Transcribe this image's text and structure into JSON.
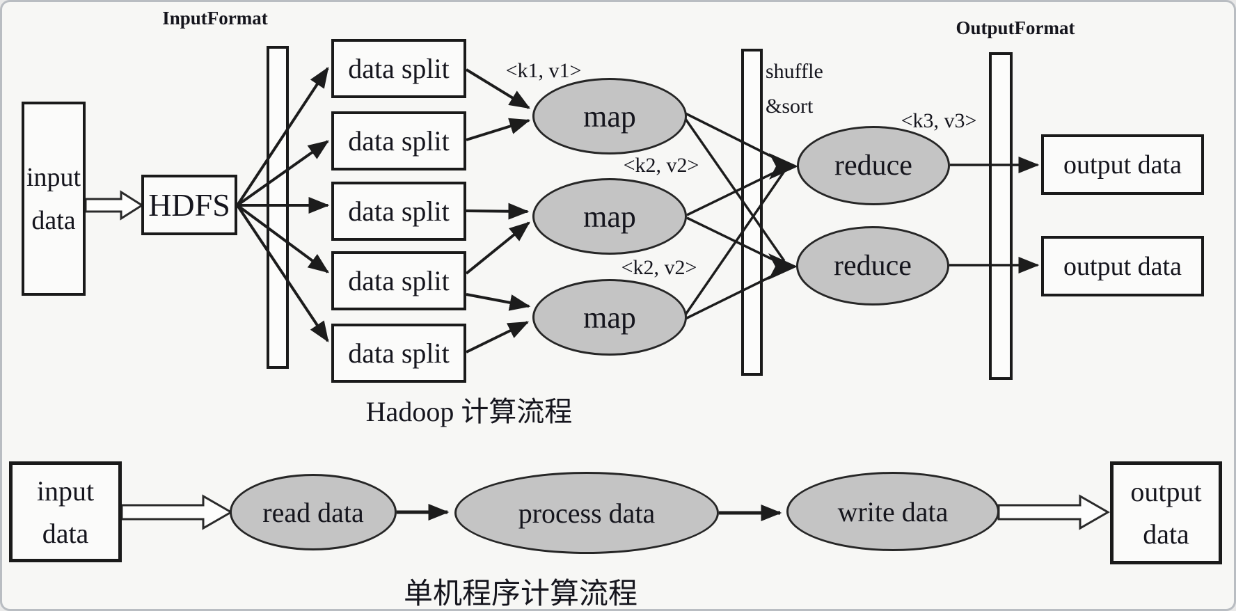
{
  "colors": {
    "background": "#f7f7f5",
    "ellipse_fill": "#c4c4c4",
    "line": "#1c1c1c",
    "box_fill": "#fbfbfa"
  },
  "hadoop_flow": {
    "caption": "Hadoop 计算流程",
    "input_format_label": "InputFormat",
    "output_format_label": "OutputFormat",
    "shuffle_line1": "shuffle",
    "shuffle_line2": "&sort",
    "input_box": {
      "line1": "input",
      "line2": "data"
    },
    "hdfs_label": "HDFS",
    "splits": [
      "data split",
      "data split",
      "data split",
      "data split",
      "data split"
    ],
    "maps": [
      "map",
      "map",
      "map"
    ],
    "reduces": [
      "reduce",
      "reduce"
    ],
    "outputs": [
      "output data",
      "output data"
    ],
    "kv_labels": {
      "k1v1": "<k1, v1>",
      "k2v2_a": "<k2, v2>",
      "k2v2_b": "<k2, v2>",
      "k3v3": "<k3, v3>"
    }
  },
  "single_flow": {
    "caption": "单机程序计算流程",
    "input_box": {
      "line1": "input",
      "line2": "data"
    },
    "steps": [
      "read data",
      "process data",
      "write data"
    ],
    "output_box": {
      "line1": "output",
      "line2": "data"
    }
  }
}
